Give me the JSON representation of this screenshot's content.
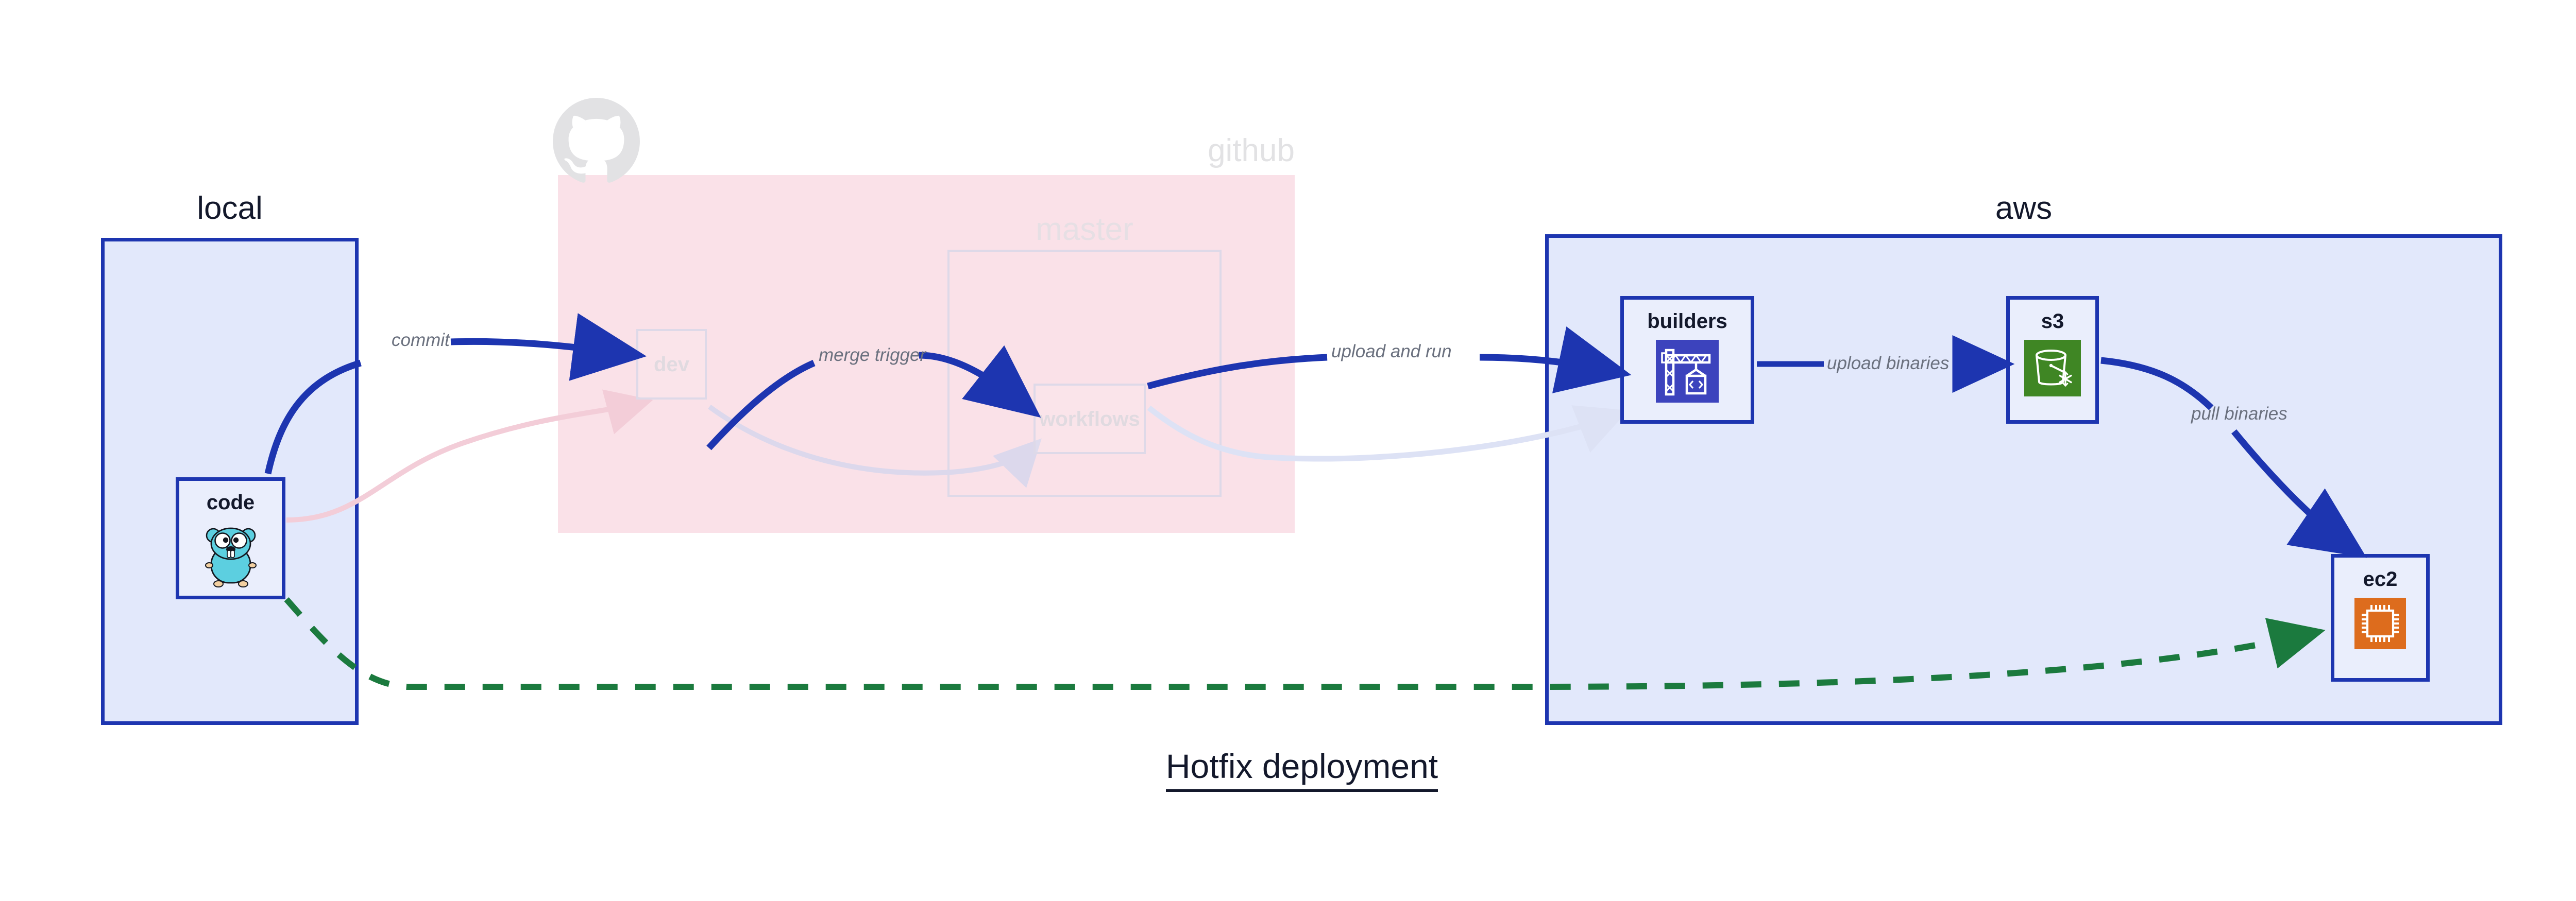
{
  "title": "Hotfix deployment",
  "groups": [
    {
      "id": "local",
      "label": "local",
      "fill": "#e2e8fb",
      "stroke": "#1d35b0"
    },
    {
      "id": "github",
      "label": "github",
      "fill": "#fae1e8",
      "stroke": "none"
    },
    {
      "id": "master",
      "label": "master",
      "fill": "transparent",
      "stroke": "#ded9e8"
    },
    {
      "id": "aws",
      "label": "aws",
      "fill": "#e2e8fb",
      "stroke": "#1d35b0"
    }
  ],
  "nodes": [
    {
      "id": "code",
      "label": "code",
      "icon": "go-gopher-icon",
      "state": "active",
      "group": "local"
    },
    {
      "id": "dev",
      "label": "dev",
      "icon": "none",
      "state": "faded",
      "group": "github"
    },
    {
      "id": "workflows",
      "label": "workflows",
      "icon": "none",
      "state": "faded",
      "group": "master"
    },
    {
      "id": "builders",
      "label": "builders",
      "icon": "aws-codebuild-crane-icon",
      "icon_color": "#3c43bd",
      "state": "active",
      "group": "aws"
    },
    {
      "id": "s3",
      "label": "s3",
      "icon": "aws-s3-glacier-bucket-icon",
      "icon_color": "#3f8624",
      "state": "active",
      "group": "aws"
    },
    {
      "id": "ec2",
      "label": "ec2",
      "icon": "aws-ec2-chip-icon",
      "icon_color": "#dd6c1d",
      "state": "active",
      "group": "aws"
    }
  ],
  "edges": [
    {
      "id": "commit",
      "label": "commit",
      "from": "code",
      "to": "dev",
      "style": "solid",
      "color": "#1d35b0"
    },
    {
      "id": "merge-trigger",
      "label": "merge trigger",
      "from": "dev",
      "to": "workflows",
      "style": "solid",
      "color": "#1d35b0"
    },
    {
      "id": "upload-and-run",
      "label": "upload and run",
      "from": "workflows",
      "to": "builders",
      "style": "solid",
      "color": "#1d35b0"
    },
    {
      "id": "upload-binaries",
      "label": "upload binaries",
      "from": "builders",
      "to": "s3",
      "style": "solid",
      "color": "#1d35b0"
    },
    {
      "id": "pull-binaries",
      "label": "pull binaries",
      "from": "s3",
      "to": "ec2",
      "style": "solid",
      "color": "#1d35b0"
    },
    {
      "id": "hotfix-direct",
      "label": "",
      "from": "code",
      "to": "ec2",
      "style": "dashed",
      "color": "#1b7a3e"
    },
    {
      "id": "faded-code-dev",
      "label": "",
      "from": "code",
      "to": "dev",
      "style": "faded",
      "color": "#f3d2dc"
    },
    {
      "id": "faded-dev-workflows",
      "label": "",
      "from": "dev",
      "to": "workflows",
      "style": "faded",
      "color": "#ded9ee"
    },
    {
      "id": "faded-workflows-builders",
      "label": "",
      "from": "workflows",
      "to": "builders",
      "style": "faded",
      "color": "#e0e2f3"
    }
  ],
  "github_logo": "github-octocat-icon",
  "colors": {
    "group_stroke": "#1d35b0",
    "group_fill": "#e2e8fb",
    "github_fill": "#fae1e8",
    "edge": "#1d35b0",
    "edge_label": "#6a707e",
    "dashed_edge": "#1b7a3e",
    "text": "#13182b"
  }
}
